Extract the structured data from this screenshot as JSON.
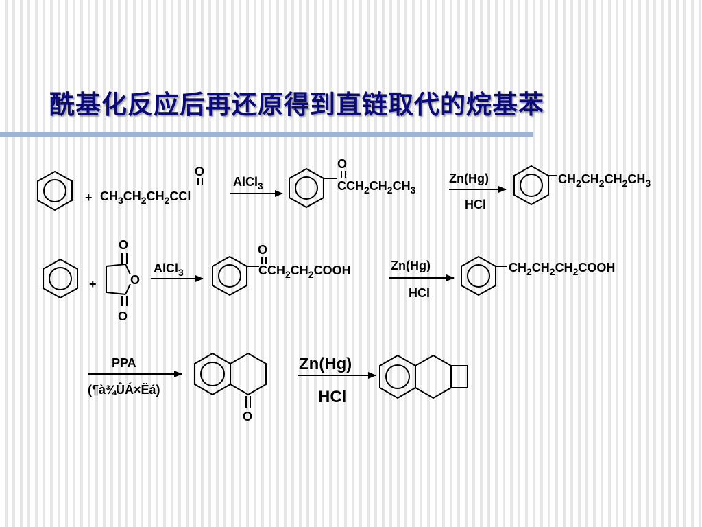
{
  "title": "酰基化反应后再还原得到直链取代的烷基苯",
  "reaction1": {
    "plus": "+",
    "reagent_o": "O",
    "reagent_parts": [
      "CH",
      "3",
      "CH",
      "2",
      "CH",
      "2",
      "CCl"
    ],
    "catalyst_parts": [
      "AlCl",
      "3"
    ],
    "product_o": "O",
    "product_parts": [
      "CCH",
      "2",
      "CH",
      "2",
      "CH",
      "3"
    ],
    "reduction_top": "Zn(Hg)",
    "reduction_bottom": "HCl",
    "final_parts": [
      "CH",
      "2",
      "CH",
      "2",
      "CH",
      "2",
      "CH",
      "3"
    ]
  },
  "reaction2": {
    "plus": "+",
    "anhydride_o_top": "O",
    "anhydride_o_ring": "O",
    "anhydride_o_bottom": "O",
    "catalyst_parts": [
      "AlCl",
      "3"
    ],
    "product_o": "O",
    "product_parts": [
      "CCH",
      "2",
      "CH",
      "2",
      "COOH"
    ],
    "reduction_top": "Zn(Hg)",
    "reduction_bottom": "HCl",
    "final_parts": [
      "CH",
      "2",
      "CH",
      "2",
      "CH",
      "2",
      "COOH"
    ]
  },
  "reaction3": {
    "cyclization_top": "PPA",
    "cyclization_bottom": "(¶à¾ÛÁ×Ëá)",
    "ketone_o": "O",
    "reduction_top": "Zn(Hg)",
    "reduction_bottom": "HCl"
  }
}
